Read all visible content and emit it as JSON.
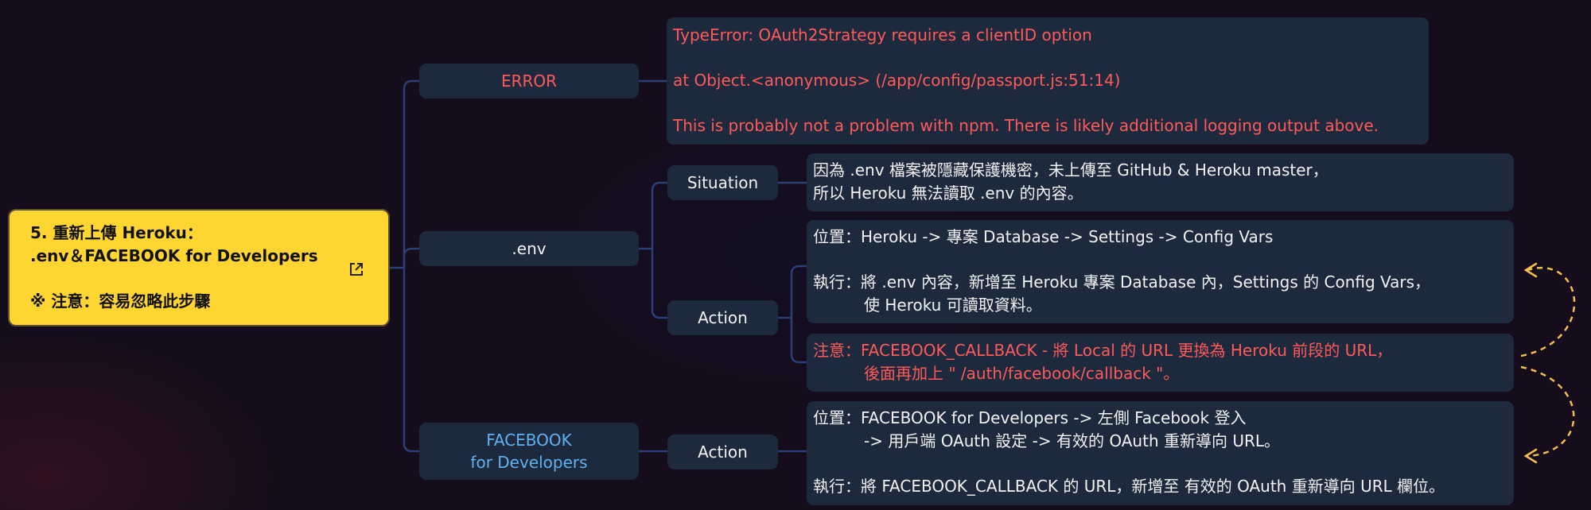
{
  "root": {
    "line1": "5. 重新上傳 Heroku：",
    "line2": ".env＆FACEBOOK for Developers",
    "line3": "※ 注意：容易忽略此步驟"
  },
  "nodes": {
    "error": "ERROR",
    "env": ".env",
    "facebook_line1": "FACEBOOK",
    "facebook_line2": "for Developers",
    "situation": "Situation",
    "action_env": "Action",
    "action_fb": "Action"
  },
  "error_detail": {
    "line1": "TypeError: OAuth2Strategy requires a clientID option",
    "line2": "at Object.<anonymous> (/app/config/passport.js:51:14)",
    "line3": "This is probably not a problem with npm. There is likely additional logging output above."
  },
  "situation_detail": {
    "line1": "因為 .env 檔案被隱藏保護機密，未上傳至 GitHub & Heroku master，",
    "line2": "所以 Heroku 無法讀取 .env 的內容。"
  },
  "env_action_detail": {
    "location_key": "位置：",
    "location_value": "Heroku -> 專案 Database -> Settings -> Config Vars",
    "execute_key": "執行：",
    "execute_value_line1": "將 .env 內容，新增至 Heroku 專案 Database 內，Settings 的 Config Vars，",
    "execute_value_line2": "使 Heroku 可讀取資料。"
  },
  "env_note_detail": {
    "note_key": "注意：",
    "note_value_line1": "FACEBOOK_CALLBACK - 將 Local 的 URL 更換為 Heroku 前段的 URL，",
    "note_value_line2": "後面再加上 \" /auth/facebook/callback \"。"
  },
  "fb_action_detail": {
    "location_key": "位置：",
    "location_value_line1": "FACEBOOK for Developers -> 左側 Facebook 登入",
    "location_value_line2": "-> 用戶端 OAuth 設定 -> 有效的 OAuth 重新導向 URL。",
    "execute_key": "執行：",
    "execute_value": "將 FACEBOOK_CALLBACK 的 URL，新增至 有效的 OAuth 重新導向 URL 欄位。"
  },
  "colors": {
    "background": "#150d1b",
    "node": "#1d2a3d",
    "connector": "#2a3f78",
    "root": "#fed531",
    "error_text": "#ff5a5a",
    "link_text": "#5fb2f2",
    "relation_arrow": "#f4be4e"
  },
  "icons": {
    "root_link": "external-link-icon",
    "relation": "dashed-curved-arrow-icon"
  }
}
